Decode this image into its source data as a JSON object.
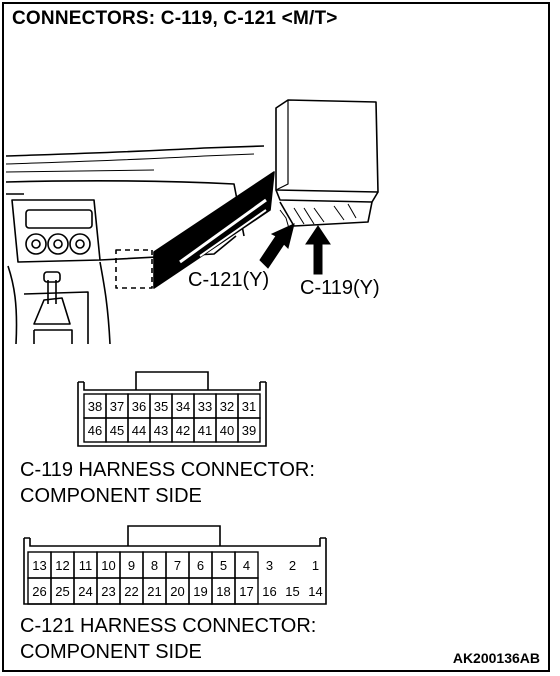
{
  "title": "CONNECTORS: C-119, C-121 <M/T>",
  "callouts": {
    "c121": "C-121(Y)",
    "c119": "C-119(Y)"
  },
  "connector_c119": {
    "caption_line1": "C-119 HARNESS CONNECTOR:",
    "caption_line2": "COMPONENT SIDE",
    "rows": [
      [
        "38",
        "37",
        "36",
        "35",
        "34",
        "33",
        "32",
        "31"
      ],
      [
        "46",
        "45",
        "44",
        "43",
        "42",
        "41",
        "40",
        "39"
      ]
    ]
  },
  "connector_c121": {
    "caption_line1": "C-121 HARNESS CONNECTOR:",
    "caption_line2": "COMPONENT SIDE",
    "rows": [
      [
        "13",
        "12",
        "11",
        "10",
        "9",
        "8",
        "7",
        "6",
        "5",
        "4",
        "3",
        "2",
        "1"
      ],
      [
        "26",
        "25",
        "24",
        "23",
        "22",
        "21",
        "20",
        "19",
        "18",
        "17",
        "16",
        "15",
        "14"
      ]
    ]
  },
  "figure_code": "AK200136AB"
}
